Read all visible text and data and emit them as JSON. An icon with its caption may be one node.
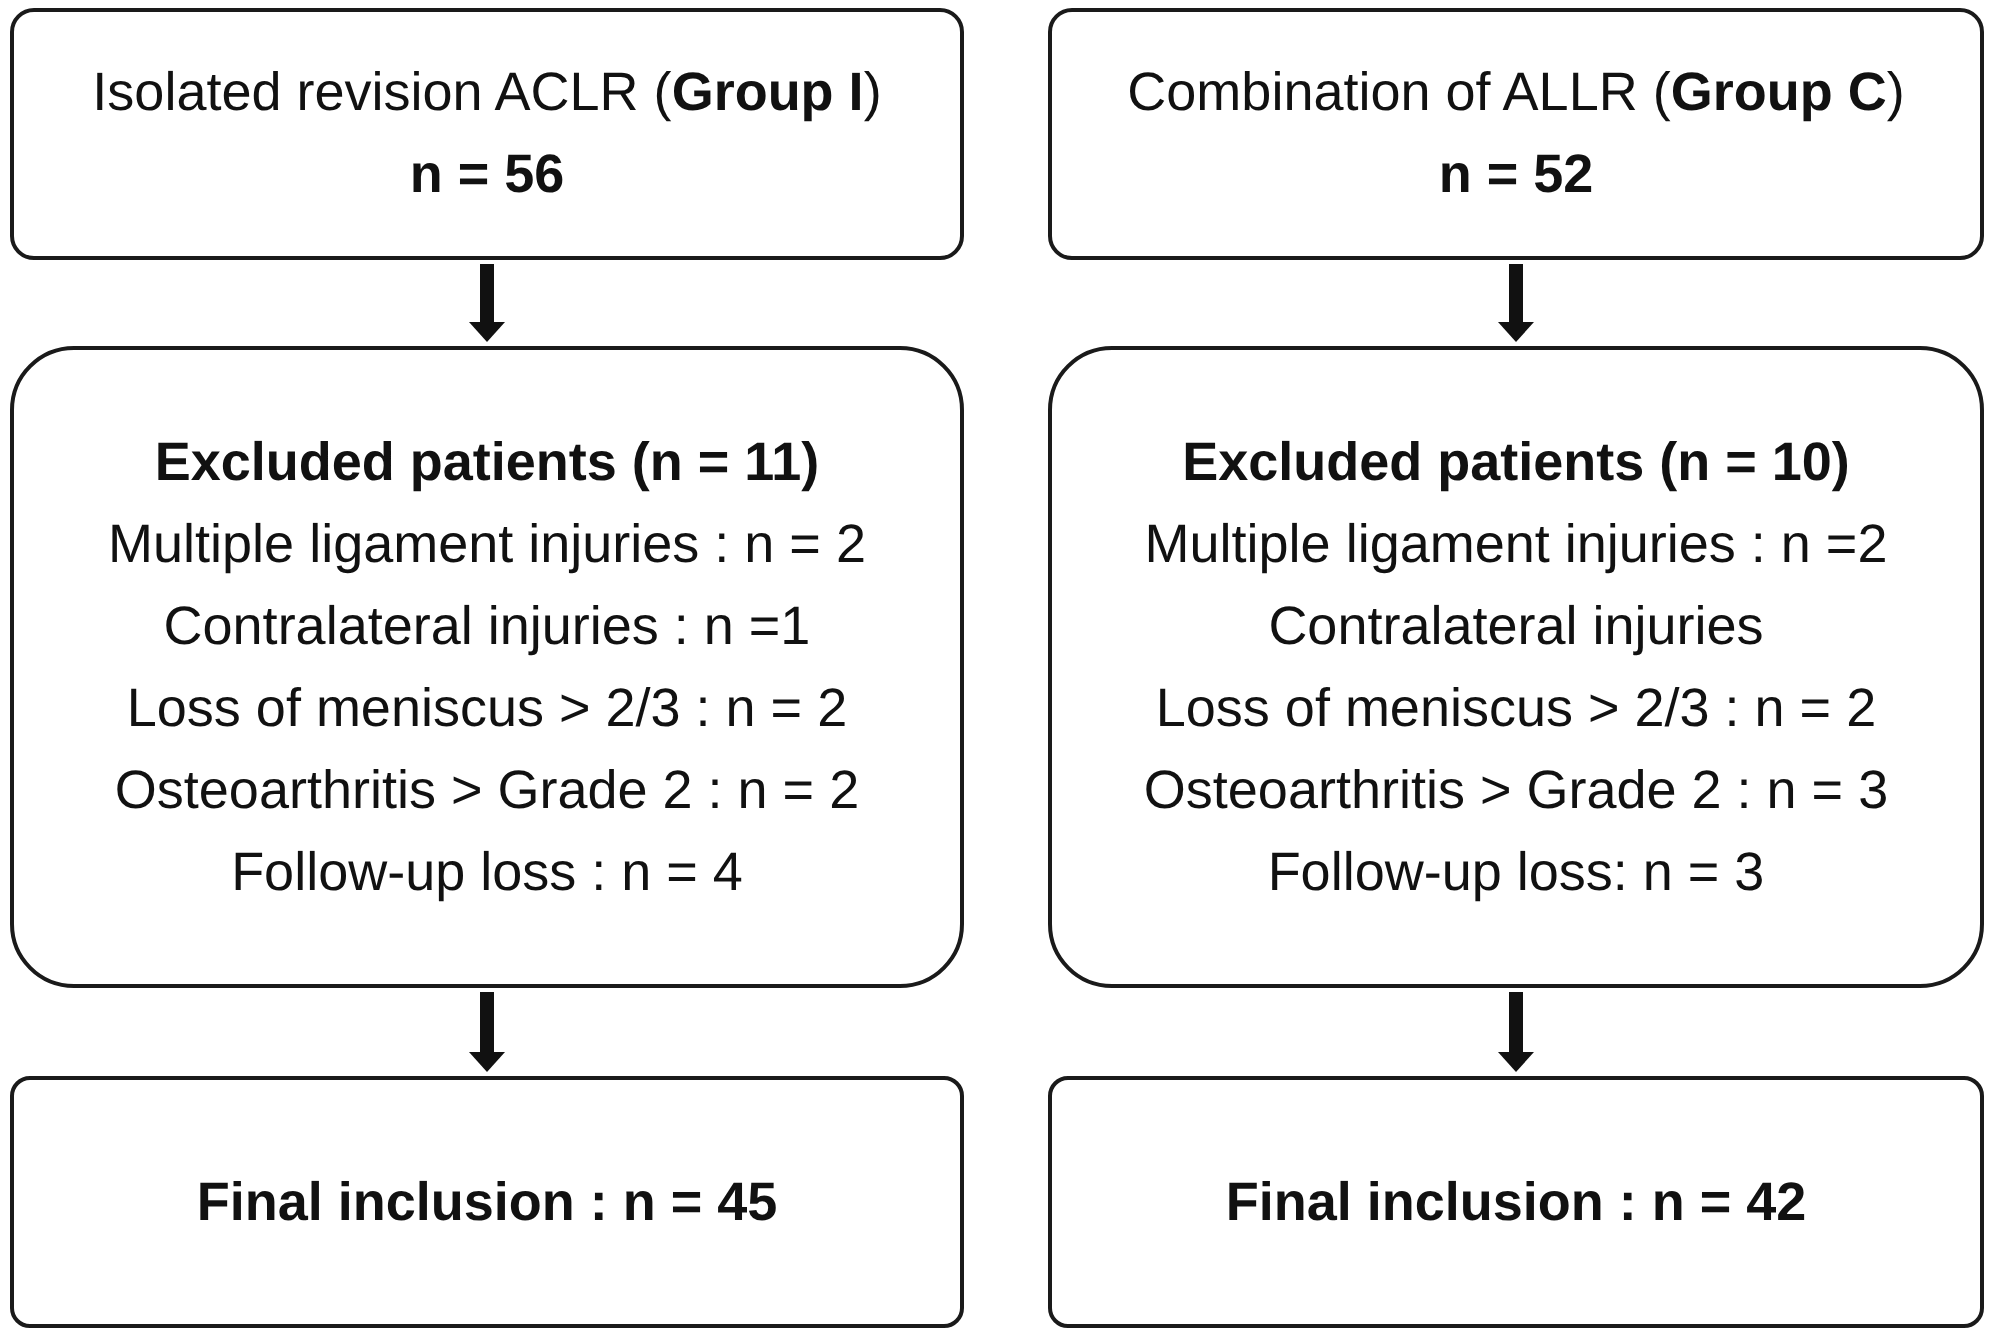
{
  "diagram": {
    "nodes": [
      {
        "text": [
          "Isolated revision ACLR (**Group I**)",
          "n = 56"
        ]
      },
      {
        "text": [
          "Combination of ALLR (**Group C**)",
          "n = 52"
        ]
      },
      {
        "text": [
          "Excluded patients (n = 11)",
          "Multiple ligament injuries : n = 2",
          "Contralateral injuries : n =1",
          "Loss of meniscus > 2/3 : n = 2",
          "Osteoarthritis > Grade 2 : n = 2",
          "Follow-up loss : n = 4"
        ]
      },
      {
        "text": [
          "Excluded patients (n = 10)",
          "Multiple ligament injuries : n =2",
          "Contralateral injuries",
          "Loss of meniscus > 2/3 : n = 2",
          "Osteoarthritis > Grade 2 : n = 3",
          "Follow-up loss: n = 3"
        ]
      },
      {
        "text": [
          "Final inclusion : n = 45"
        ]
      },
      {
        "text": [
          "Final inclusion : n = 42"
        ]
      }
    ],
    "edges": [
      {
        "from": 0,
        "to": 2,
        "arrow": "to"
      },
      {
        "from": 1,
        "to": 3,
        "arrow": "to"
      },
      {
        "from": 2,
        "to": 4,
        "arrow": "to"
      },
      {
        "from": 3,
        "to": 5,
        "arrow": "to"
      }
    ]
  }
}
